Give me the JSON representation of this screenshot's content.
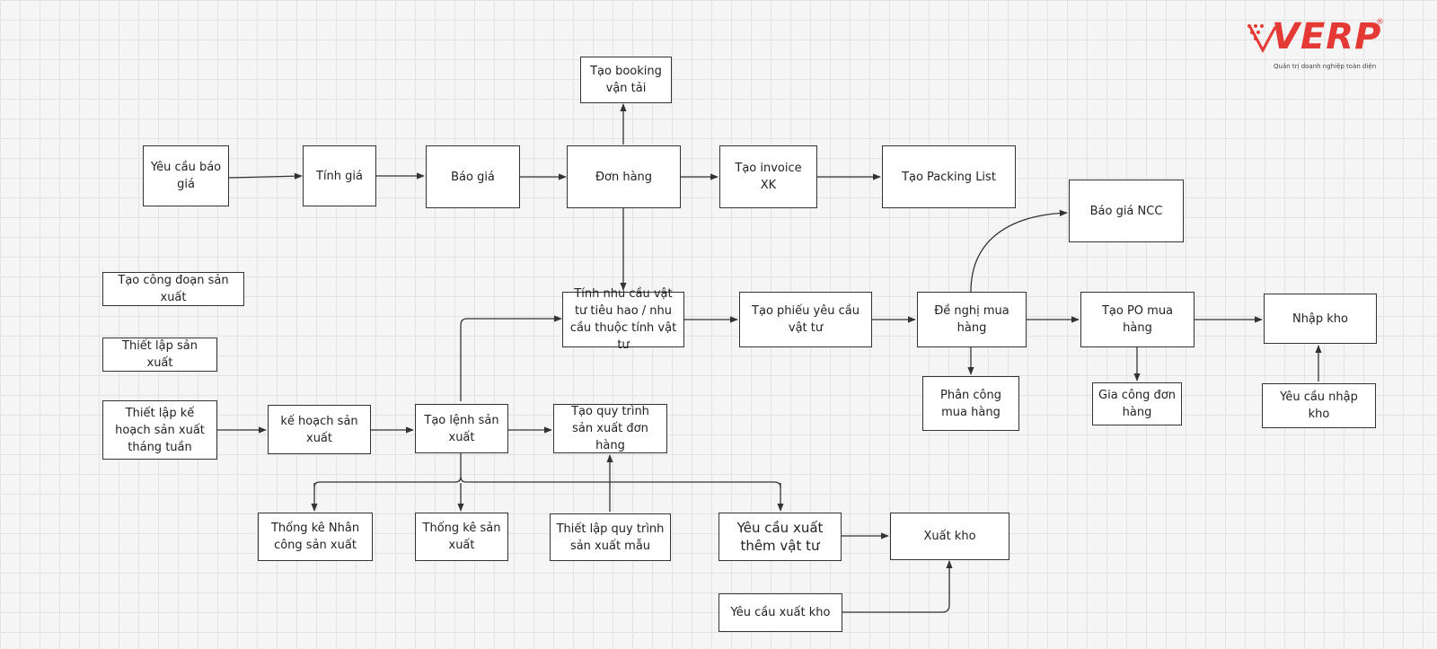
{
  "logo": {
    "word": "VERP",
    "registered": "®",
    "tagline": "Quản trị doanh nghiệp toàn diện",
    "brand_color": "#e53935"
  },
  "nodes": {
    "tao_booking": "Tạo booking vận tải",
    "yeu_cau_bao_gia": "Yêu cầu báo giá",
    "tinh_gia": "Tính giá",
    "bao_gia": "Báo giá",
    "don_hang": "Đơn hàng",
    "tao_invoice": "Tạo invoice XK",
    "tao_packing": "Tạo Packing List",
    "bao_gia_ncc": "Báo giá NCC",
    "tao_cong_doan": "Tạo công đoạn sản xuất",
    "thiet_lap_sx": "Thiết lập sản xuất",
    "tinh_nhu_cau": "Tính nhu cầu vật tư tiêu hao / nhu cầu thuộc tính vật tư",
    "tao_phieu_yc": "Tạo phiếu yêu cầu vật tư",
    "de_nghi_mua": "Đề nghị mua hàng",
    "tao_po": "Tạo PO mua hàng",
    "nhap_kho": "Nhập kho",
    "thiet_lap_kh": "Thiết lập kế hoạch sản xuất tháng tuần",
    "ke_hoach_sx": "kế hoạch sản xuất",
    "tao_lenh_sx": "Tạo lệnh sản xuất",
    "tao_quy_trinh": "Tạo quy trình sản xuất đơn hàng",
    "phan_cong_mua": "Phân công mua hàng",
    "gia_cong": "Gia công đơn hàng",
    "yc_nhap_kho": "Yêu cầu nhập kho",
    "thong_ke_nc": "Thống kê Nhân công sản xuất",
    "thong_ke_sx": "Thống kê sản xuất",
    "thiet_lap_qt": "Thiết lập quy trình sản xuất mẫu",
    "yc_xuat_them": "Yêu cầu xuất thêm vật tư",
    "xuat_kho": "Xuất kho",
    "yc_xuat_kho": "Yêu cầu xuất kho"
  }
}
